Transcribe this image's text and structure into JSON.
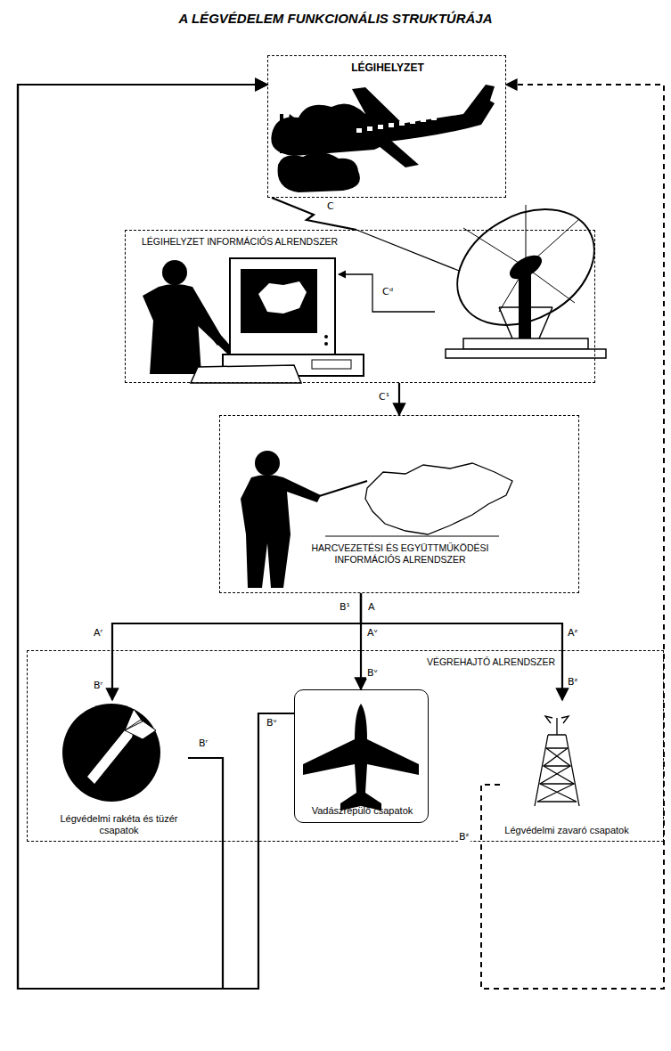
{
  "diagram": {
    "title": "A LÉGVÉDELEM FUNKCIONÁLIS STRUKTÚRÁJA",
    "nodes": [
      {
        "text": [
          "LÉGIHELYZET"
        ]
      },
      {
        "text": [
          "LÉGIHELYZET INFORMÁCIÓS ALRENDSZER"
        ]
      },
      {
        "text": [
          "HARCVEZETÉSI ÉS EGYÜTTMŰKÖDÉSI INFORMÁCIÓS ALRENDSZER"
        ]
      },
      {
        "text": [
          "VÉGREHAJTÓ ALRENDSZER"
        ]
      },
      {
        "text": [
          "Légvédelmi rakéta és tüzér csapatok"
        ],
        "in": 3
      },
      {
        "text": [
          "Vadászrepülő csapatok"
        ],
        "in": 3
      },
      {
        "text": [
          "Légvédelmi zavaró csapatok"
        ],
        "in": 3
      }
    ],
    "edges": [
      {
        "from": 0,
        "to": 1,
        "label": "C",
        "arrow": "none"
      },
      {
        "from": 1,
        "to": 2,
        "label": "C¹",
        "arrow": "to"
      },
      {
        "from": 2,
        "to": 4,
        "label": "Aʳ",
        "arrow": "to"
      },
      {
        "from": 2,
        "to": 5,
        "label": "Aᵛ",
        "arrow": "to"
      },
      {
        "from": 2,
        "to": 6,
        "label": "Aᶻ",
        "arrow": "to"
      },
      {
        "from": 4,
        "to": 0,
        "label": "Bʳ",
        "arrow": "to"
      },
      {
        "from": 5,
        "to": 0,
        "label": "Bᵛ",
        "arrow": "to"
      },
      {
        "from": 6,
        "to": 0,
        "label": "Bᶻ",
        "arrow": "to"
      }
    ],
    "labels": [
      "A",
      "B¹",
      "Bʳ",
      "Bᵛ",
      "Bᶻ",
      "Cᵈ"
    ]
  }
}
